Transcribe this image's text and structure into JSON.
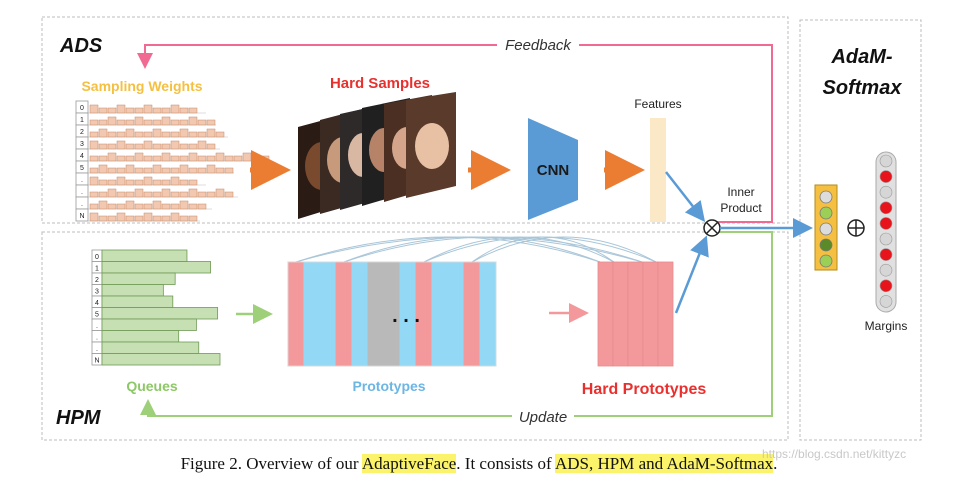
{
  "sections": {
    "ads": "ADS",
    "hpm": "HPM",
    "adam_line1": "AdaM-",
    "adam_line2": "Softmax"
  },
  "labels": {
    "feedback": "Feedback",
    "update": "Update",
    "sampling_weights": "Sampling Weights",
    "hard_samples": "Hard Samples",
    "cnn": "CNN",
    "features": "Features",
    "inner_product_1": "Inner",
    "inner_product_2": "Product",
    "queues": "Queues",
    "prototypes": "Prototypes",
    "hard_prototypes": "Hard Prototypes",
    "margins": "Margins",
    "ellipsis": ". . ."
  },
  "ads_rows": [
    "0",
    "1",
    "2",
    "3",
    "4",
    "5",
    ".",
    ".",
    ".",
    "N"
  ],
  "queue_rows": [
    "0",
    "1",
    "2",
    "3",
    "4",
    "5",
    ".",
    ".",
    ".",
    "N"
  ],
  "queue_lengths": [
    0.72,
    0.92,
    0.62,
    0.52,
    0.6,
    0.98,
    0.8,
    0.65,
    0.82,
    1.0
  ],
  "prototype_colors": [
    "pink",
    "blue",
    "blue",
    "pink",
    "blue",
    "gray",
    "gray",
    "blue",
    "pink",
    "blue",
    "blue",
    "pink",
    "blue"
  ],
  "feature_dots": [
    "gray",
    "green",
    "gray",
    "dark-green",
    "green"
  ],
  "margin_dots": [
    "gray",
    "red",
    "gray",
    "red",
    "red",
    "gray",
    "red",
    "gray",
    "red",
    "gray"
  ],
  "colors": {
    "feedback_line": "#f06a92",
    "update_line": "#9ed07a",
    "arrow_orange": "#ea7d31",
    "cnn_blue": "#5b9bd5",
    "pink": "#f3999c",
    "cyan": "#93d9f5",
    "queue_green": "#c6dfb3",
    "sampling_orange": "#f5c042",
    "hard_red": "#e8312f",
    "prototypes_blue": "#6cb6e4",
    "queues_green": "#8dc866"
  },
  "caption": {
    "prefix": "Figure 2. Overview of our ",
    "hl1": "AdaptiveFace",
    "middle": ". It consists of ",
    "hl2": "ADS, HPM and AdaM-Softmax",
    "suffix": "."
  },
  "watermark": "https://blog.csdn.net/kittyzc"
}
